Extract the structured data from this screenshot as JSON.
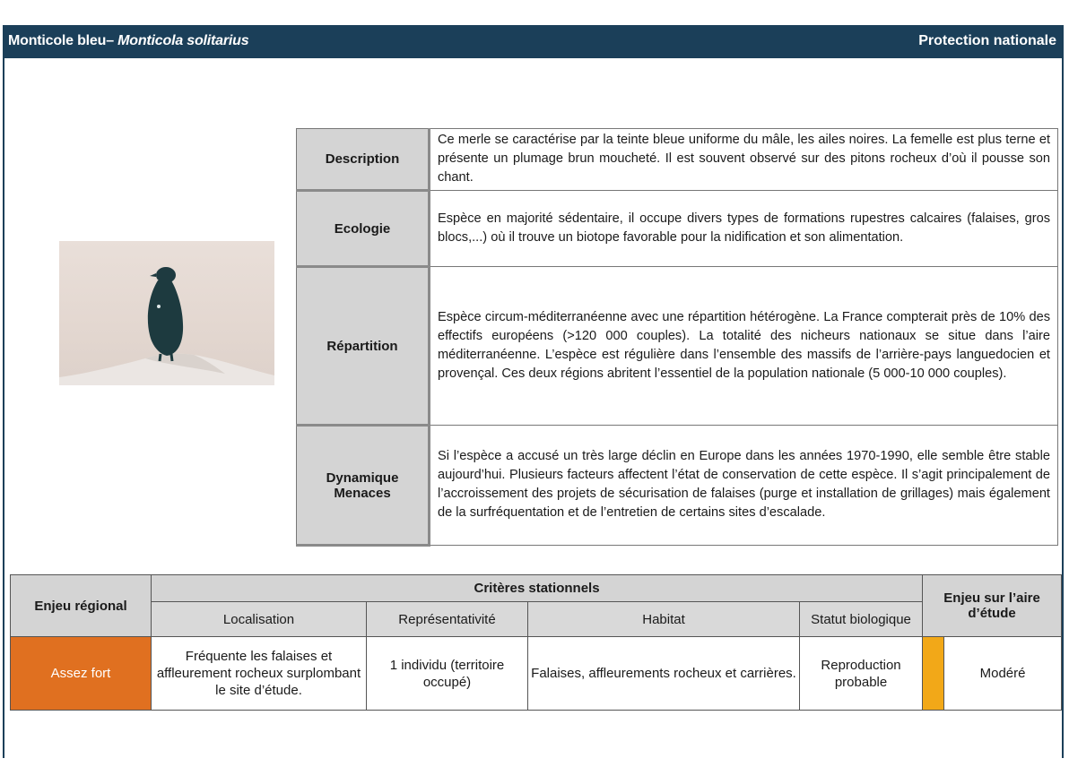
{
  "header": {
    "common_name": "Monticole bleu–",
    "latin_name": "Monticola solitarius",
    "protection": "Protection nationale"
  },
  "info": [
    {
      "label": "Description",
      "text": "Ce merle se caractérise par la teinte bleue uniforme du mâle, les ailes noires. La femelle est plus terne et présente un plumage brun moucheté. Il est souvent observé sur des pitons rocheux d’où il pousse son chant."
    },
    {
      "label": "Ecologie",
      "text": "Espèce en majorité sédentaire, il occupe divers types de formations rupestres calcaires (falaises, gros blocs,...) où il trouve un biotope favorable pour la nidification et son alimentation."
    },
    {
      "label": "Répartition",
      "text": "Espèce circum-méditerranéenne avec une répartition hétérogène. La France compterait près de 10% des effectifs européens (>120 000 couples). La totalité des nicheurs nationaux se situe dans l’aire méditerranéenne. L’espèce est régulière dans l’ensemble des massifs de l’arrière-pays languedocien et provençal. Ces deux régions abritent l’essentiel de la population nationale (5 000-10 000 couples)."
    },
    {
      "label_line1": "Dynamique",
      "label_line2": "Menaces",
      "text": "Si l’espèce a accusé un très large déclin en Europe dans les années 1970-1990, elle semble être stable aujourd’hui. Plusieurs facteurs affectent l’état de conservation de cette espèce. Il s’agit principalement de l’accroissement des projets de sécurisation de falaises (purge et installation de grillages) mais également de la surfréquentation et de l’entretien de certains sites d’escalade."
    }
  ],
  "criteria": {
    "enjeu_regional_label": "Enjeu régional",
    "criteres_label": "Critères stationnels",
    "enjeu_aire_label": "Enjeu sur l’aire d’étude",
    "columns": [
      "Localisation",
      "Représentativité",
      "Habitat",
      "Statut biologique"
    ],
    "enjeu_regional_value": "Assez fort",
    "enjeu_regional_color": "#e07020",
    "values": [
      "Fréquente les falaises et affleurement rocheux surplombant le site d’étude.",
      "1 individu (territoire occupé)",
      "Falaises, affleurements rocheux et carrières.",
      "Reproduction probable"
    ],
    "enjeu_aire_value": "Modéré",
    "enjeu_aire_color": "#f2a818"
  }
}
